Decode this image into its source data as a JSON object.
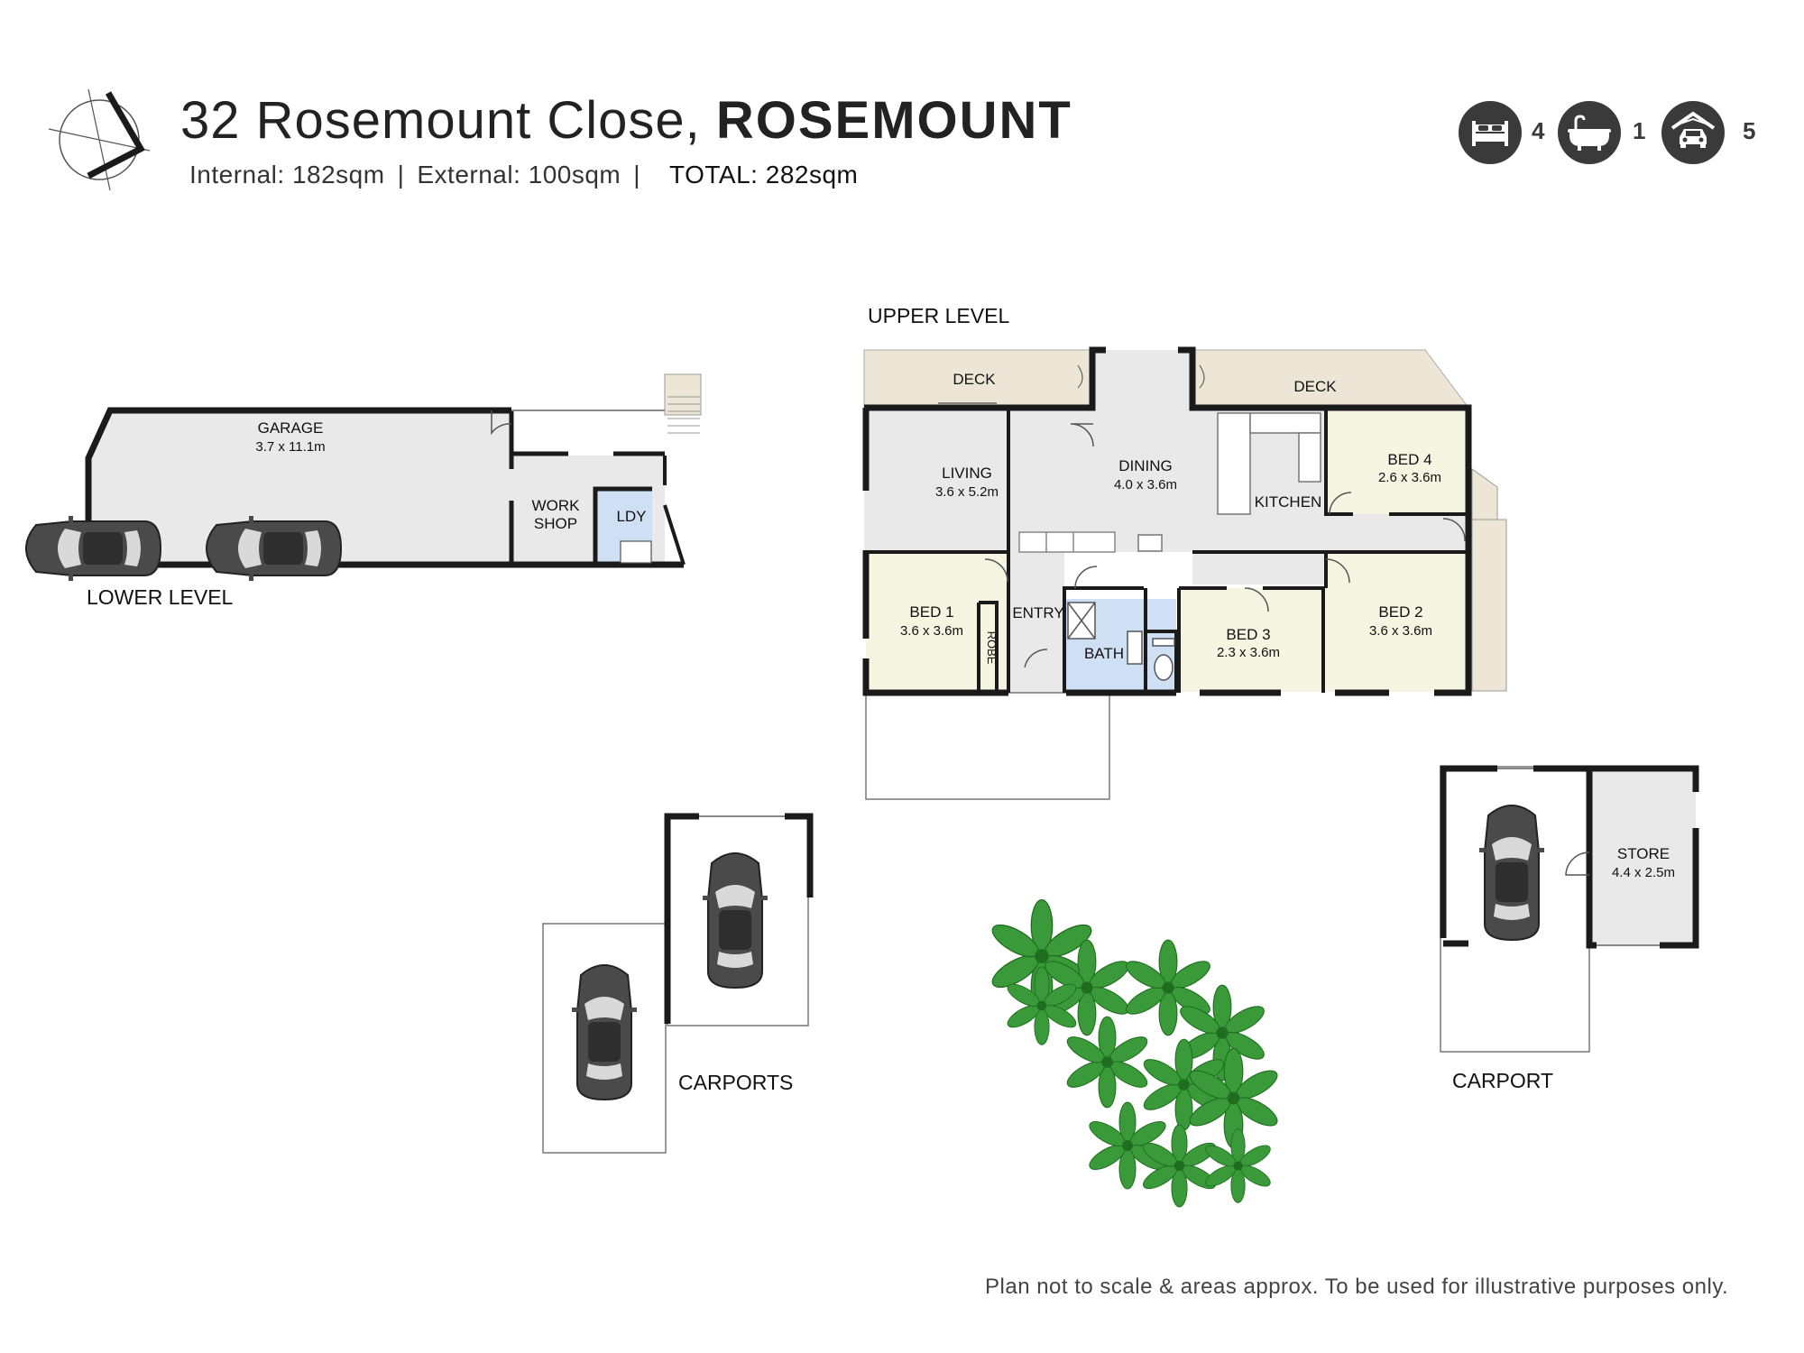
{
  "header": {
    "address": "32 Rosemount Close, ",
    "suburb": "ROSEMOUNT",
    "internal": "Internal: 182sqm",
    "external": "External: 100sqm",
    "total": "TOTAL: 282sqm",
    "separator": "|"
  },
  "features": {
    "bedrooms": {
      "icon": "bed-icon",
      "count": "4"
    },
    "bathrooms": {
      "icon": "bathtub-icon",
      "count": "1"
    },
    "parking": {
      "icon": "garage-car-icon",
      "count": "5"
    }
  },
  "levels": {
    "upper": "UPPER LEVEL",
    "lower": "LOWER LEVEL"
  },
  "rooms": {
    "deck_left": "DECK",
    "deck_right": "DECK",
    "living": "LIVING",
    "living_size": "3.6 x 5.2m",
    "dining": "DINING",
    "dining_size": "4.0 x 3.6m",
    "kitchen": "KITCHEN",
    "bed4": "BED 4",
    "bed4_size": "2.6 x 3.6m",
    "bed1": "BED 1",
    "bed1_size": "3.6 x 3.6m",
    "robe": "ROBE",
    "entry": "ENTRY",
    "bath": "BATH",
    "bed3": "BED 3",
    "bed3_size": "2.3 x 3.6m",
    "bed2": "BED 2",
    "bed2_size": "3.6 x 3.6m",
    "garage": "GARAGE",
    "garage_size": "3.7 x 11.1m",
    "workshop_1": "WORK",
    "workshop_2": "SHOP",
    "laundry": "LDY",
    "store": "STORE",
    "store_size": "4.4 x 2.5m",
    "carports": "CARPORTS",
    "carport": "CARPORT"
  },
  "colors": {
    "wall": "#1a1a1a",
    "room_grey": "#e9e9ea",
    "bedroom": "#f6f5e1",
    "wet_area": "#cfe0f5",
    "deck": "#ede6d6",
    "foliage": "#2e8b2e",
    "badge": "#3a3a3a"
  },
  "footer": {
    "disclaimer": "Plan not to scale & areas approx. To be used for illustrative purposes only."
  }
}
